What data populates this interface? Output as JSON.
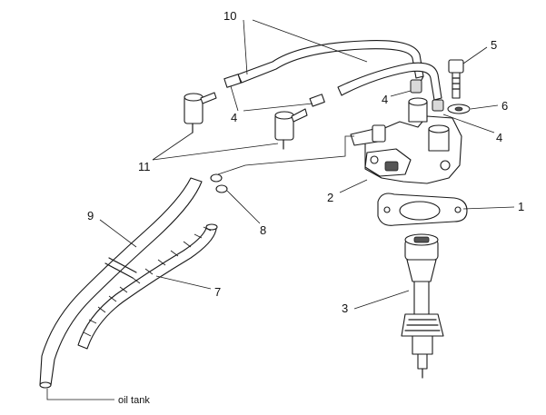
{
  "labels": {
    "c1": "1",
    "c2": "2",
    "c3": "3",
    "c4a": "4",
    "c4b": "4",
    "c4c": "4",
    "c5": "5",
    "c6": "6",
    "c7": "7",
    "c8": "8",
    "c9": "9",
    "c10": "10",
    "c11": "11",
    "oil_tank": "oil tank"
  }
}
